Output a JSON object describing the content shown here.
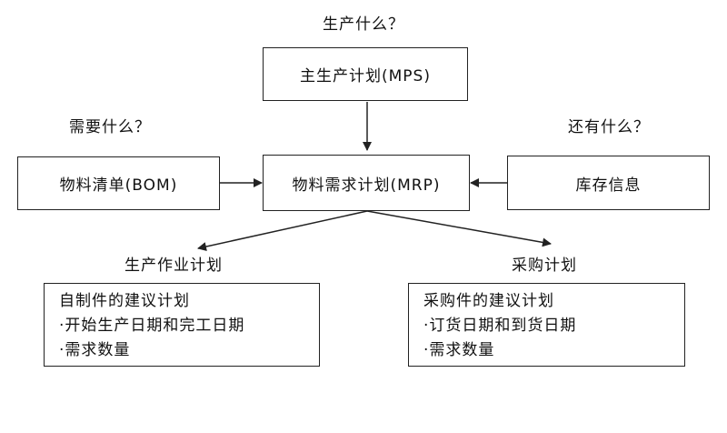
{
  "questions": {
    "what_to_produce": "生产什么？",
    "what_is_needed": "需要什么？",
    "what_else_exists": "还有什么？"
  },
  "nodes": {
    "mps": "主生产计划(MPS)",
    "bom": "物料清单(BOM)",
    "mrp": "物料需求计划(MRP)",
    "inventory": "库存信息"
  },
  "outputs": {
    "production": {
      "heading": "生产作业计划",
      "lines": [
        "自制件的建议计划",
        "·开始生产日期和完工日期",
        "·需求数量"
      ]
    },
    "purchasing": {
      "heading": "采购计划",
      "lines": [
        "采购件的建议计划",
        "·订货日期和到货日期",
        "·需求数量"
      ]
    }
  },
  "colors": {
    "line": "#222222",
    "background": "#ffffff",
    "text": "#111111"
  }
}
